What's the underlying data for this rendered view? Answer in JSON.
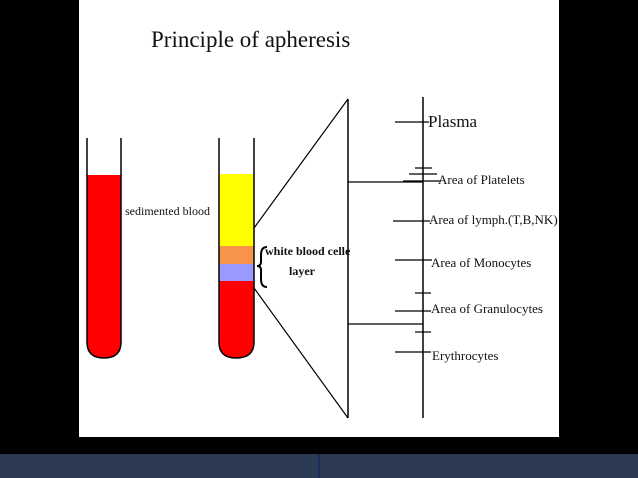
{
  "title": "Principle of apheresis",
  "tube_left_label": "sedimented blood",
  "wbc_label_line1": "white blood celle",
  "wbc_label_line2": "layer",
  "layers": [
    "Plasma",
    "Area of Platelets",
    "Area of lymph.(T,B,NK)",
    "Area of Monocytes",
    "Area of Granulocytes",
    "Erythrocytes"
  ],
  "colors": {
    "blood_red": "#ff0000",
    "plasma_yellow": "#ffff00",
    "wbc_orange": "#f7944a",
    "wbc_blue": "#9999ff",
    "footer_bar": "#2b3a52"
  }
}
